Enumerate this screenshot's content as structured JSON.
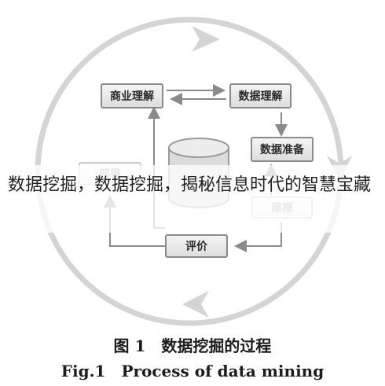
{
  "diagram": {
    "nodes": {
      "business_understanding": "商业理解",
      "data_understanding": "数据理解",
      "data_preparation": "数据准备",
      "modeling": "建模",
      "evaluation": "评价",
      "deployment": "部署"
    },
    "database_label": "数据"
  },
  "overlay": {
    "text": "数据挖掘，数据挖掘，揭秘信息时代的智慧宝藏"
  },
  "caption": {
    "cn": "图 1　数据挖掘的过程",
    "en": "Fig.1　Process of data mining"
  }
}
